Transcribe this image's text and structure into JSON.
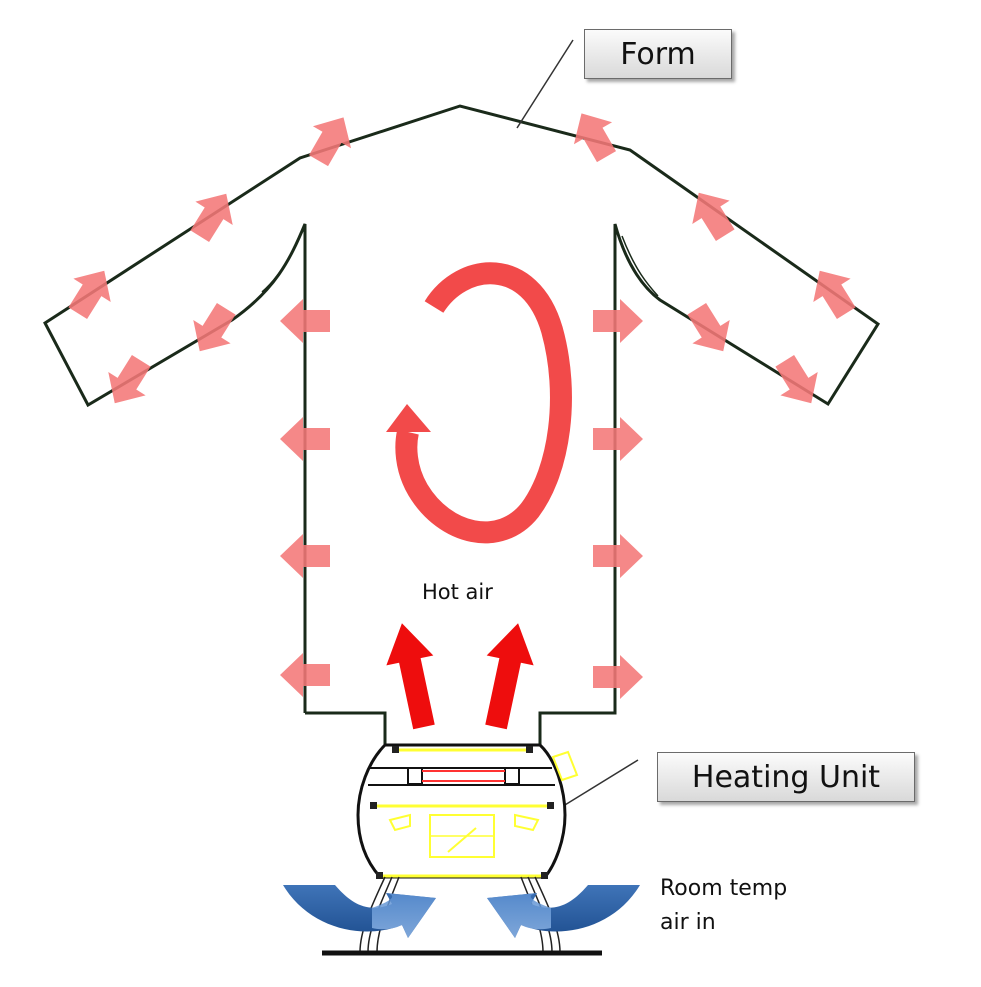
{
  "labels": {
    "form": "Form",
    "heating_unit": "Heating Unit",
    "hot_air": "Hot air",
    "room_air_line1": "Room temp",
    "room_air_line2": "air in"
  },
  "colors": {
    "outline": "#1a2a1a",
    "pink_arrows": "#f47878",
    "circulation": "#f24a4a",
    "hot_air_arrows": "#ee0d0d",
    "intake_arrows": "#2e62a8",
    "heater_lines": "#ffff33",
    "heater_red_line": "#ff3333"
  }
}
